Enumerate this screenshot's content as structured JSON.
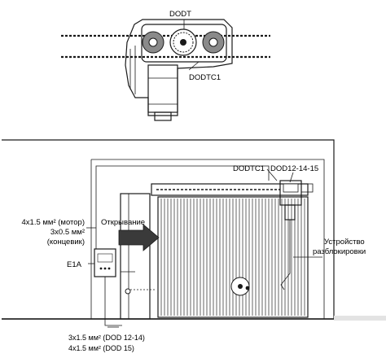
{
  "labels": {
    "dodt_top": "DODT",
    "dodtc1_top": "DODTC1",
    "dodtc1_bottom": "DODTC1",
    "dod_model": "DOD12-14-15",
    "cable_motor": "4x1.5 мм² (мотор)",
    "cable_limit_1": "3x0.5 мм²",
    "cable_limit_2": "(концевик)",
    "opening": "Открывание",
    "release_1": "Устройство",
    "release_2": "разблокировки",
    "e1a": "E1A",
    "cable_bottom_1": "3x1.5 мм² (DOD 12-14)",
    "cable_bottom_2": "4x1.5 мм² (DOD 15)"
  },
  "colors": {
    "line": "#1a1a1a",
    "arrow_fill": "#3a3a3a",
    "door_slat": "#555555",
    "shade": "#cfcfcf"
  }
}
